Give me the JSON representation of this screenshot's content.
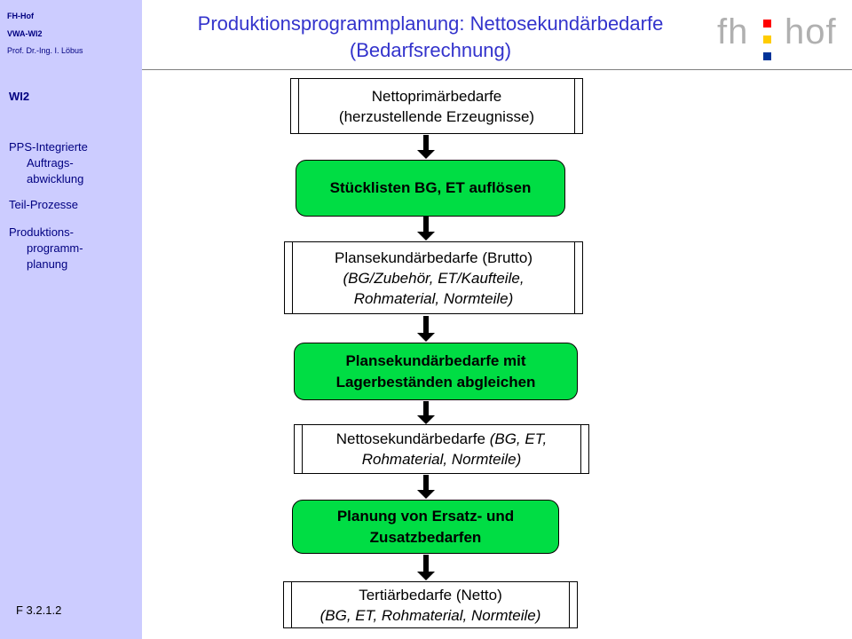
{
  "sidebar": {
    "org": "FH-Hof",
    "course": "VWA-WI2",
    "author": "Prof. Dr.-Ing. I. Löbus",
    "section": "WI2",
    "nav": [
      {
        "lines": [
          "PPS-Integrierte",
          "Auftrags-",
          "abwicklung"
        ]
      },
      {
        "lines": [
          "Teil-Prozesse"
        ]
      },
      {
        "lines": [
          "Produktions-",
          "programm-",
          "planung"
        ]
      }
    ],
    "slide_code": "F 3.2.1.2"
  },
  "header": {
    "title_line1": "Produktionsprogrammplanung: Nettosekundärbedarfe",
    "title_line2": "(Bedarfsrechnung)",
    "logo_left": "fh",
    "logo_right": "hof",
    "logo_colors": [
      "#ff0000",
      "#ffcc00",
      "#003399"
    ]
  },
  "flow": {
    "box1": {
      "line1": "Nettoprimärbedarfe",
      "line2": "(herzustellende Erzeugnisse)"
    },
    "proc1": {
      "line1": "Stücklisten BG, ET auflösen"
    },
    "box2": {
      "line1": "Plansekundärbedarfe (Brutto)",
      "line2": "(BG/Zubehör, ET/Kaufteile,",
      "line3": "Rohmaterial, Normteile)"
    },
    "proc2": {
      "line1": "Plansekundärbedarfe mit",
      "line2": "Lagerbeständen abgleichen"
    },
    "box3": {
      "line1_plain": "Nettosekundärbedarfe ",
      "line1_italic": "(BG, ET,",
      "line2": "Rohmaterial, Normteile)"
    },
    "proc3": {
      "line1": "Planung von Ersatz- und",
      "line2": "Zusatzbedarfen"
    },
    "box4": {
      "line1": "Tertiärbedarfe (Netto)",
      "line2": "(BG, ET, Rohmaterial, Normteile)"
    }
  },
  "colors": {
    "sidebar_bg": "#ccccff",
    "process_fill": "#00dd44",
    "title": "#3333cc",
    "nav_text": "#000080"
  }
}
